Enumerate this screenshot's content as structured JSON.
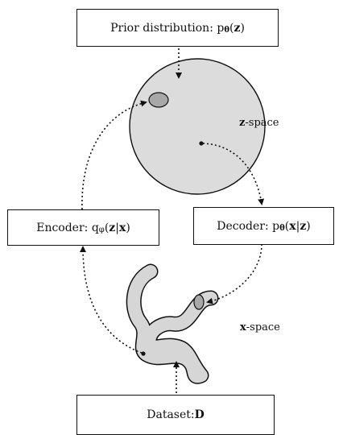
{
  "prior_box": {
    "text": "Prior distribution: p",
    "sub": "θ",
    "arg_open": "(",
    "arg": "z",
    "arg_close": ")"
  },
  "encoder_box": {
    "text": "Encoder: q",
    "sub": "φ",
    "arg_open": "(",
    "arg1": "z",
    "bar": "|",
    "arg2": "x",
    "arg_close": ")"
  },
  "decoder_box": {
    "text": "Decoder: p",
    "sub": "θ",
    "arg_open": "(",
    "arg1": "x",
    "bar": "|",
    "arg2": "z",
    "arg_close": ")"
  },
  "dataset_box": {
    "text": "Dataset: ",
    "arg": "D"
  },
  "z_space": {
    "bold": "z",
    "text": "-space"
  },
  "x_space": {
    "bold": "x",
    "text": "-space"
  },
  "colors": {
    "stroke": "#111111",
    "fill_sphere": "#dcdcdc",
    "fill_manifold": "#d6d6d6",
    "fill_blob": "#a8a8a8"
  }
}
